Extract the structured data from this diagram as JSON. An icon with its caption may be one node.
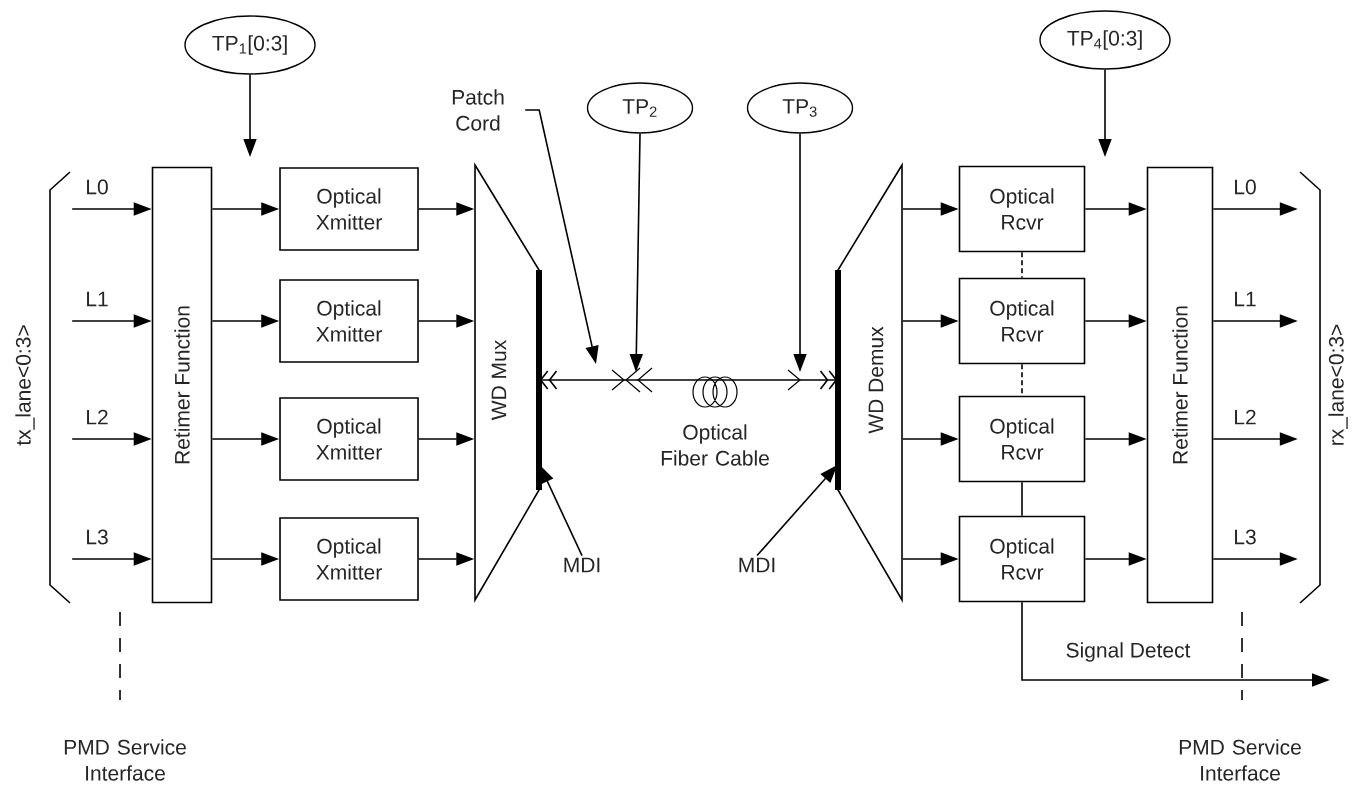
{
  "diagram": {
    "nodes": [
      {
        "text": [
          "TP$_{1}$[0:3]"
        ]
      },
      {
        "text": [
          "TP$_{2}$"
        ]
      },
      {
        "text": [
          "TP$_{3}$"
        ]
      },
      {
        "text": [
          "TP$_{4}$[0:3]"
        ]
      },
      {
        "text": [
          "Retimer  Function"
        ]
      },
      {
        "text": [
          "Optical Xmitter"
        ]
      },
      {
        "text": [
          "Optical Xmitter"
        ]
      },
      {
        "text": [
          "Optical Xmitter"
        ]
      },
      {
        "text": [
          "Optical Xmitter"
        ]
      },
      {
        "text": [
          "WD Mux"
        ]
      },
      {
        "text": [
          "WD Demux"
        ]
      },
      {
        "text": [
          "Optical Rcvr"
        ]
      },
      {
        "text": [
          "Optical Rcvr"
        ]
      },
      {
        "text": [
          "Optical Rcvr"
        ]
      },
      {
        "text": [
          "Optical Rcvr"
        ]
      },
      {
        "text": [
          "Retimer  Function"
        ]
      },
      {
        "text": [
          "Patch Cord"
        ]
      },
      {
        "text": [
          "MDI"
        ]
      },
      {
        "text": [
          "MDI"
        ]
      },
      {
        "text": [
          "tx_lane<0:3>"
        ]
      },
      {
        "text": [
          "rx_lane<0:3>"
        ]
      }
    ],
    "edges": [
      {
        "from": 19,
        "to": 4,
        "arrow": "to",
        "label": "L0"
      },
      {
        "from": 19,
        "to": 4,
        "arrow": "to",
        "label": "L1"
      },
      {
        "from": 19,
        "to": 4,
        "arrow": "to",
        "label": "L2"
      },
      {
        "from": 19,
        "to": 4,
        "arrow": "to",
        "label": "L3"
      },
      {
        "from": 4,
        "to": 5,
        "arrow": "to"
      },
      {
        "from": 4,
        "to": 6,
        "arrow": "to"
      },
      {
        "from": 4,
        "to": 7,
        "arrow": "to"
      },
      {
        "from": 4,
        "to": 8,
        "arrow": "to"
      },
      {
        "from": 5,
        "to": 9,
        "arrow": "to"
      },
      {
        "from": 6,
        "to": 9,
        "arrow": "to"
      },
      {
        "from": 7,
        "to": 9,
        "arrow": "to"
      },
      {
        "from": 8,
        "to": 9,
        "arrow": "to"
      },
      {
        "from": 9,
        "to": 10,
        "arrow": "both",
        "label": "Optical Fiber Cable"
      },
      {
        "from": 10,
        "to": 11,
        "arrow": "to"
      },
      {
        "from": 10,
        "to": 12,
        "arrow": "to"
      },
      {
        "from": 10,
        "to": 13,
        "arrow": "to"
      },
      {
        "from": 10,
        "to": 14,
        "arrow": "to"
      },
      {
        "from": 11,
        "to": 12,
        "arrow": "none",
        "style": "dashed"
      },
      {
        "from": 12,
        "to": 13,
        "arrow": "none",
        "style": "dashed"
      },
      {
        "from": 13,
        "to": 14,
        "arrow": "none"
      },
      {
        "from": 11,
        "to": 15,
        "arrow": "to"
      },
      {
        "from": 12,
        "to": 15,
        "arrow": "to"
      },
      {
        "from": 13,
        "to": 15,
        "arrow": "to"
      },
      {
        "from": 14,
        "to": 15,
        "arrow": "to"
      },
      {
        "from": 15,
        "to": 20,
        "arrow": "to",
        "label": "L0"
      },
      {
        "from": 15,
        "to": 20,
        "arrow": "to",
        "label": "L1"
      },
      {
        "from": 15,
        "to": 20,
        "arrow": "to",
        "label": "L2"
      },
      {
        "from": 15,
        "to": 20,
        "arrow": "to",
        "label": "L3"
      },
      {
        "from": 0,
        "to": null,
        "arrow": "to"
      },
      {
        "from": 1,
        "to": null,
        "arrow": "to"
      },
      {
        "from": 2,
        "to": null,
        "arrow": "to"
      },
      {
        "from": 3,
        "to": null,
        "arrow": "to"
      },
      {
        "from": 16,
        "to": null,
        "arrow": "to"
      },
      {
        "from": 17,
        "to": 9,
        "arrow": "to"
      },
      {
        "from": 18,
        "to": 10,
        "arrow": "to"
      },
      {
        "from": 14,
        "to": null,
        "arrow": "to",
        "label": "Signal Detect"
      }
    ],
    "labels": [
      "PMD Service Interface",
      "PMD Service Interface"
    ]
  }
}
